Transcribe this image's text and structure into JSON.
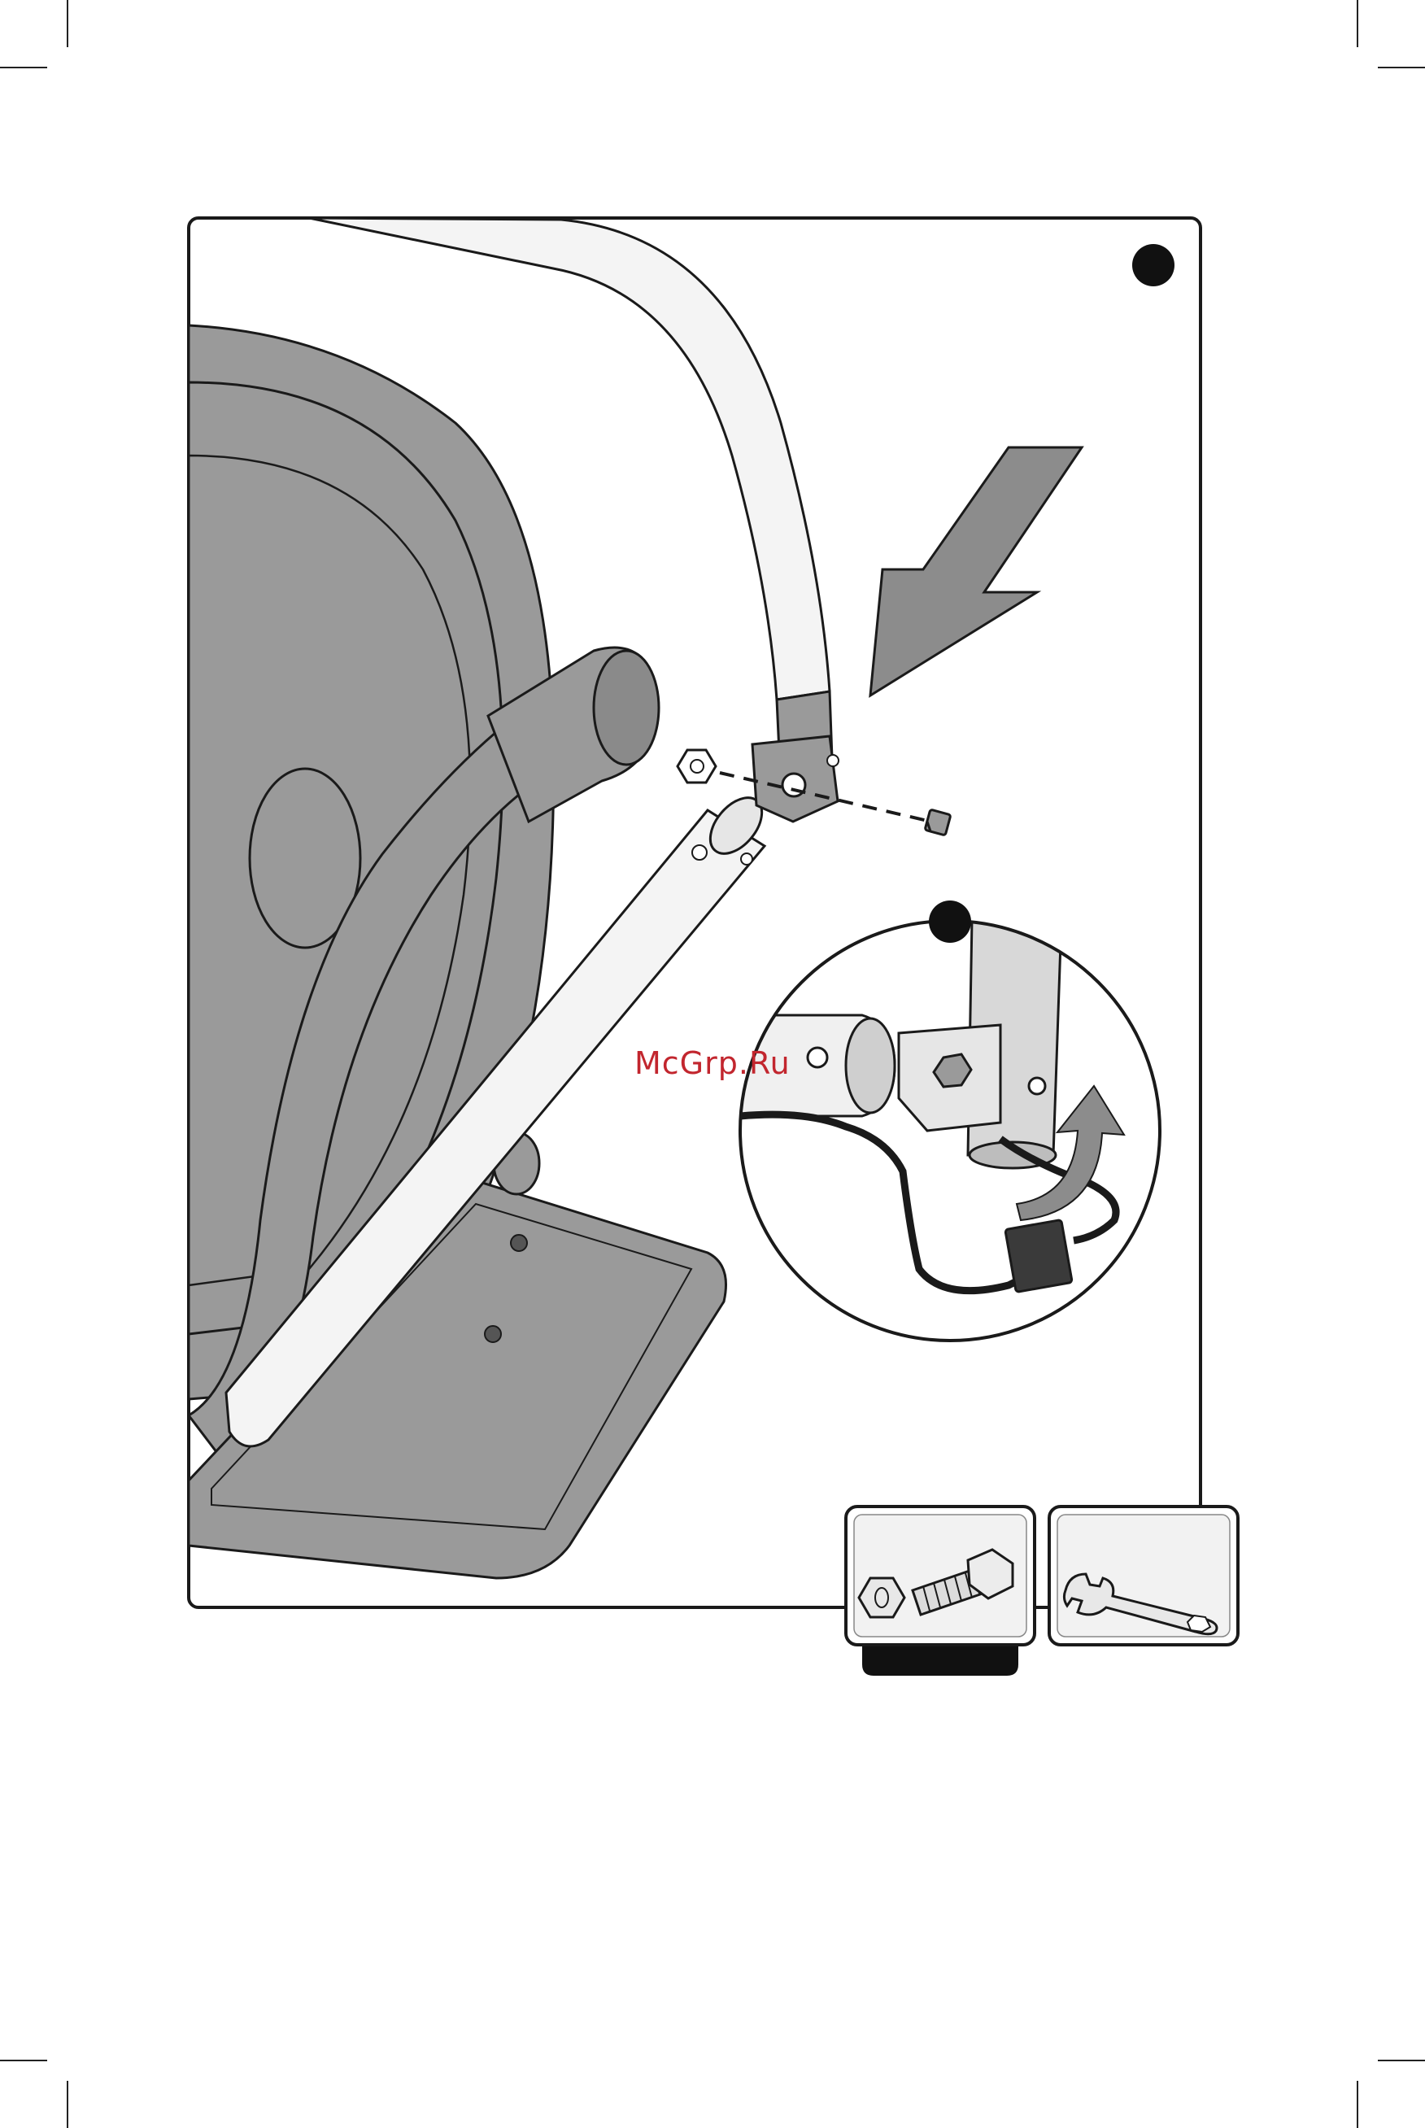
{
  "document": {
    "type": "assembly-instruction-step",
    "main_step_marker": "step-circle",
    "detail_marker": "detail-circle"
  },
  "watermark": {
    "text": "McGrp.Ru",
    "color": "#c2262e"
  },
  "hardware_panels": [
    {
      "name": "hardware-bolt-nut",
      "icon": "bolt-and-nut-icon"
    },
    {
      "name": "tool-wrench",
      "icon": "wrench-icon"
    }
  ],
  "colors": {
    "frame": "#1a1a1a",
    "machine_gray": "#9a9a9a",
    "arrow_gray": "#8c8c8c",
    "tube_white": "#f4f4f4",
    "cable": "#1a1a1a"
  }
}
